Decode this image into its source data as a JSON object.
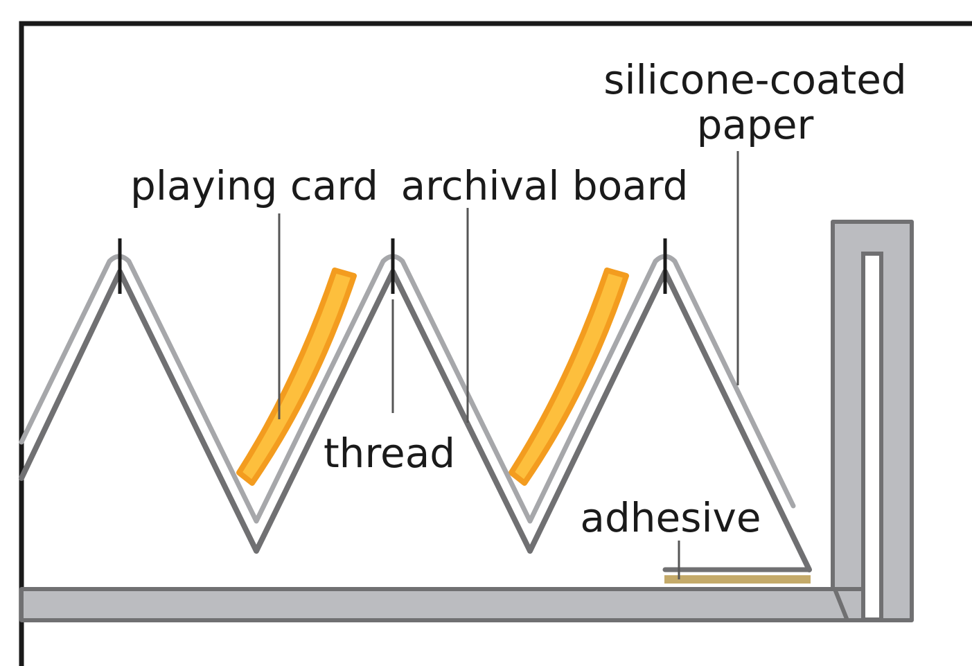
{
  "labels": {
    "silicone_line1": "silicone-coated",
    "silicone_line2": "paper",
    "playing_card": "playing card",
    "archival_board": "archival board",
    "thread": "thread",
    "adhesive": "adhesive"
  },
  "colors": {
    "frame": "#1a1a1a",
    "board_fill": "#bbbcc0",
    "board_stroke": "#707072",
    "silicone_paper": "#a6a7aa",
    "card_fill": "#fdbf3d",
    "card_stroke": "#f39c1f",
    "adhesive": "#c4aa6a",
    "thread": "#1a1a1a",
    "leader": "#555555"
  }
}
